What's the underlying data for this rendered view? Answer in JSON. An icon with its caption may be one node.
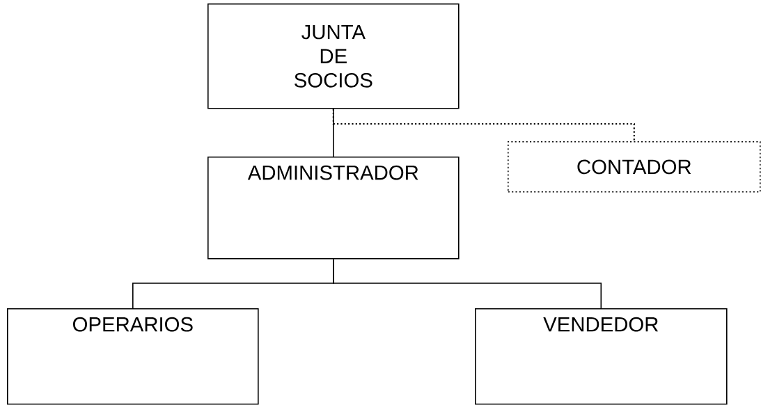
{
  "diagram": {
    "nodes": [
      {
        "text": [
          "JUNTA DE SOCIOS"
        ]
      },
      {
        "text": [
          "ADMINISTRADOR"
        ]
      },
      {
        "text": [
          "CONTADOR"
        ]
      },
      {
        "text": [
          "OPERARIOS"
        ]
      },
      {
        "text": [
          "VENDEDOR"
        ]
      }
    ],
    "edges": [
      {
        "from": 0,
        "to": 1,
        "arrow": "none"
      },
      {
        "from": 0,
        "to": 2,
        "arrow": "none",
        "style": "dashed"
      },
      {
        "from": 1,
        "to": 3,
        "arrow": "none"
      },
      {
        "from": 1,
        "to": 4,
        "arrow": "none"
      }
    ]
  }
}
